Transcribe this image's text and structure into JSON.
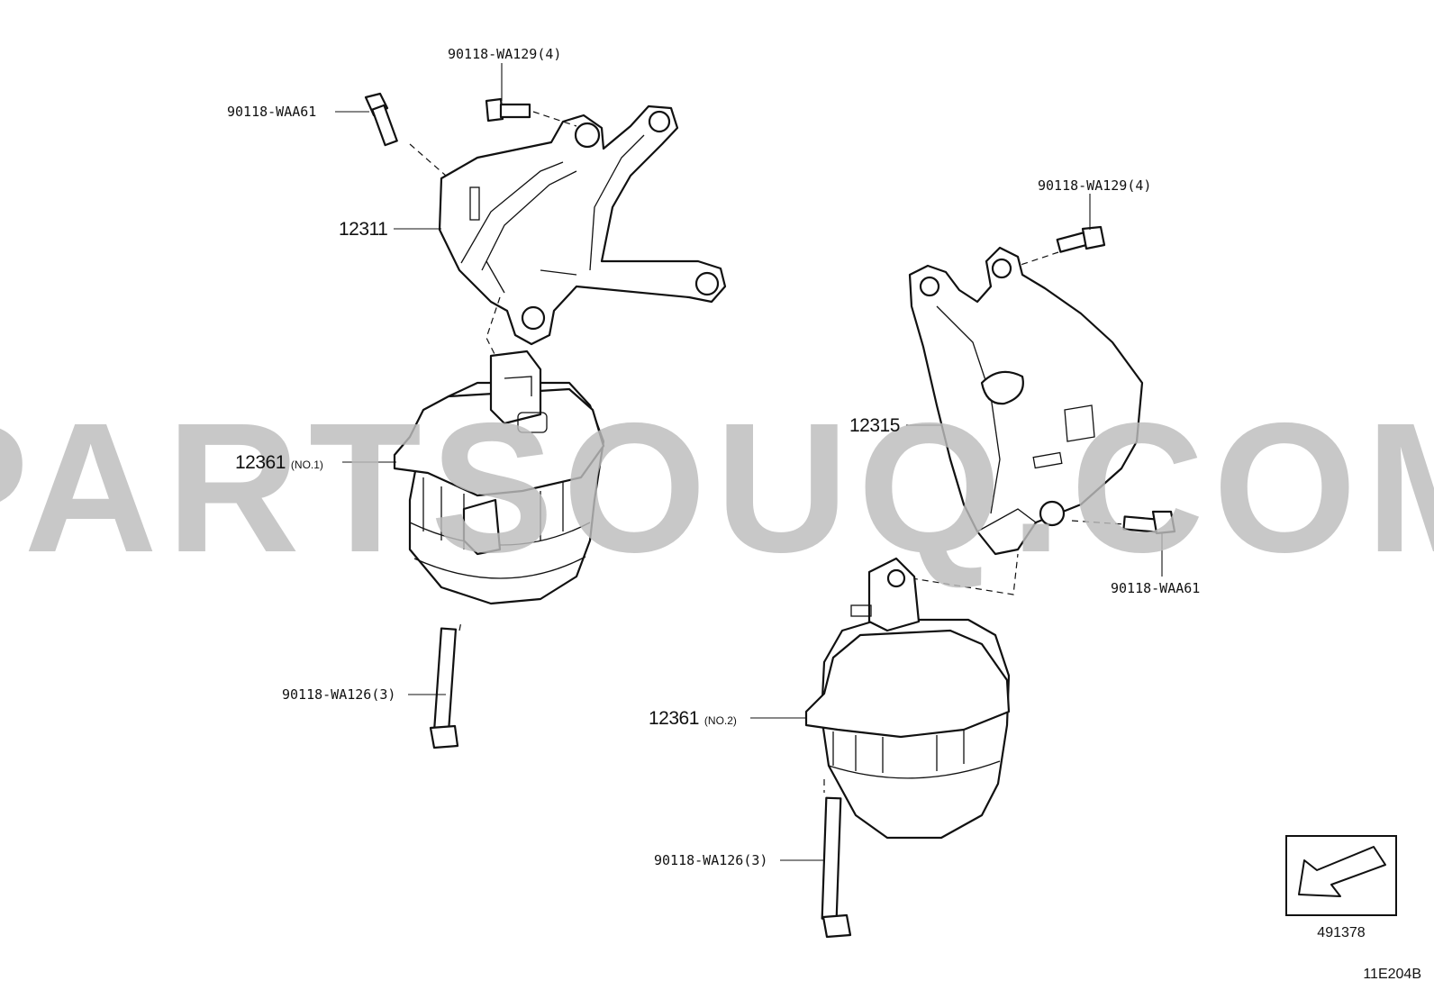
{
  "watermark": "PARTSOUQ.COM",
  "callouts": {
    "bolt_top_left": "90118-WAA61",
    "bolt_top_center": "90118-WA129(4)",
    "bracket_left": "12311",
    "mount_left_num": "12361",
    "mount_left_sub": "(NO.1)",
    "bolt_bottom_left": "90118-WA126(3)",
    "bolt_top_right": "90118-WA129(4)",
    "bracket_right": "12315",
    "bolt_right": "90118-WAA61",
    "mount_right_num": "12361",
    "mount_right_sub": "(NO.2)",
    "bolt_bottom_right": "90118-WA126(3)"
  },
  "reference_box": {
    "number": "491378",
    "icon": "direction-arrow-icon"
  },
  "figure_code": "11E204B"
}
